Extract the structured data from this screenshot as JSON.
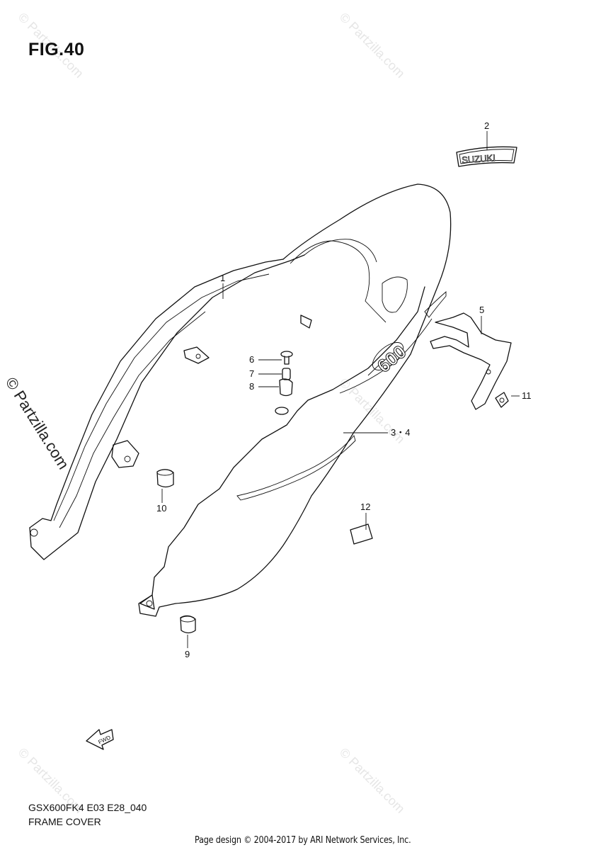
{
  "figure": {
    "title": "FIG.40"
  },
  "callouts": {
    "c1": "1",
    "c2": "2",
    "c3_4": "3・4",
    "c5": "5",
    "c6": "6",
    "c7": "7",
    "c8": "8",
    "c9": "9",
    "c10": "10",
    "c11": "11",
    "c12": "12"
  },
  "labels": {
    "emblem_text": "SUZUKI",
    "side_text": "600",
    "fwd_text": "FWD"
  },
  "footer": {
    "model_code": "GSX600FK4 E03 E28_040",
    "section_name": "FRAME COVER",
    "page_credit": "Page design © 2004-2017 by ARI Network Services, Inc."
  },
  "watermarks": {
    "text": "© Partzilla.com",
    "side_text": "© Partzilla.com"
  }
}
